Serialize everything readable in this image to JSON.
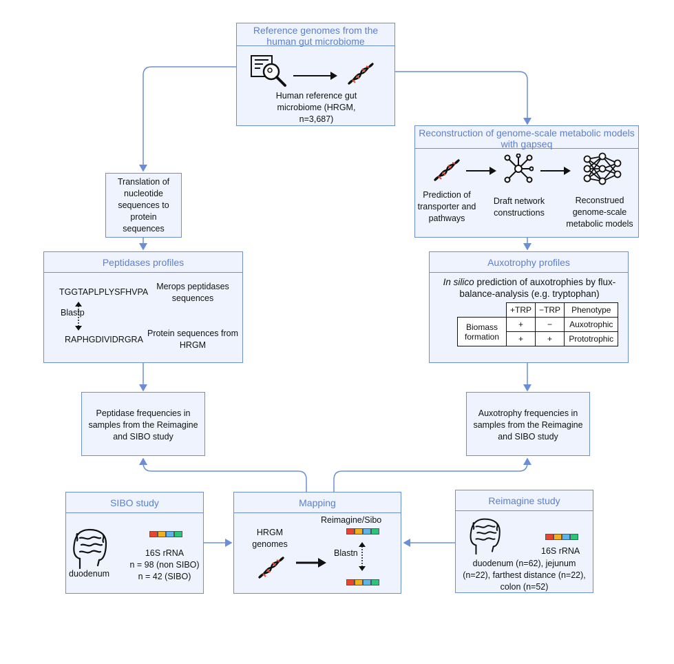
{
  "ref_box": {
    "title_line1": "Reference genomes from the",
    "title_line2": "human gut microbiome",
    "caption_line1": "Human reference gut",
    "caption_line2": "microbiome (HRGM,",
    "caption_line3": "n=3,687)"
  },
  "recon_box": {
    "title_line1": "Reconstruction of genome-scale metabolic models",
    "title_line2": "with gapseq",
    "step1_line1": "Prediction of",
    "step1_line2": "transporter and",
    "step1_line3": "pathways",
    "step2_line1": "Draft network",
    "step2_line2": "constructions",
    "step3_line1": "Reconstrued",
    "step3_line2": "genome-scale",
    "step3_line3": "metabolic models"
  },
  "translation_box": {
    "line1": "Translation of",
    "line2": "nucleotide",
    "line3": "sequences to",
    "line4": "protein",
    "line5": "sequences"
  },
  "peptidase_box": {
    "title": "Peptidases profiles",
    "seq1": "TGGTAPLPLYSFHVPA",
    "seq2": "RAPHGDIVIDRGRA",
    "method": "Blastp",
    "merops_line1": "Merops peptidases",
    "merops_line2": "sequences",
    "protein_line1": "Protein sequences from",
    "protein_line2": "HRGM"
  },
  "auxo_box": {
    "title": "Auxotrophy profiles",
    "desc_italic": "In silico",
    "desc_line1_rest": " prediction of auxotrophies by flux-",
    "desc_line2": "balance-analysis (e.g. tryptophan)",
    "table": {
      "col_trp_plus": "+TRP",
      "col_trp_minus": "−TRP",
      "col_pheno": "Phenotype",
      "row_label_line1": "Biomass",
      "row_label_line2": "formation",
      "r1_a": "+",
      "r1_b": "−",
      "r1_p": "Auxotrophic",
      "r2_a": "+",
      "r2_b": "+",
      "r2_p": "Prototrophic"
    }
  },
  "pep_freq_box": {
    "line1": "Peptidase frequencies in",
    "line2": "samples from the Reimagine",
    "line3": "and SIBO study"
  },
  "auxo_freq_box": {
    "line1": "Auxotrophy frequencies in",
    "line2": "samples from the Reimagine",
    "line3": "and SIBO study"
  },
  "sibo_box": {
    "title": "SIBO study",
    "organ": "duodenum",
    "line1": "16S rRNA",
    "line2": "n = 98 (non SIBO)",
    "line3": "n = 42 (SIBO)"
  },
  "mapping_box": {
    "title": "Mapping",
    "hrgm_line1": "HRGM",
    "hrgm_line2": "genomes",
    "sample_label": "Reimagine/Sibo",
    "method": "Blastn"
  },
  "reimagine_box": {
    "title": "Reimagine study",
    "line1": "16S rRNA",
    "line2": "duodenum (n=62), jejunum",
    "line3": "(n=22), farthest distance (n=22),",
    "line4": "colon (n=52)"
  },
  "icons": {
    "dna": "dna-icon",
    "microscope": "microscope-clipboard-icon",
    "network": "network-icon",
    "neural": "neural-network-icon",
    "intestine": "intestine-icon"
  },
  "colors": {
    "accent": "#6a8fd6",
    "box_fill": "#eef3fd",
    "header_text": "#5c7fcf",
    "bar": [
      "#e8452c",
      "#f2b01e",
      "#5fb4e6",
      "#2cc47a"
    ]
  }
}
